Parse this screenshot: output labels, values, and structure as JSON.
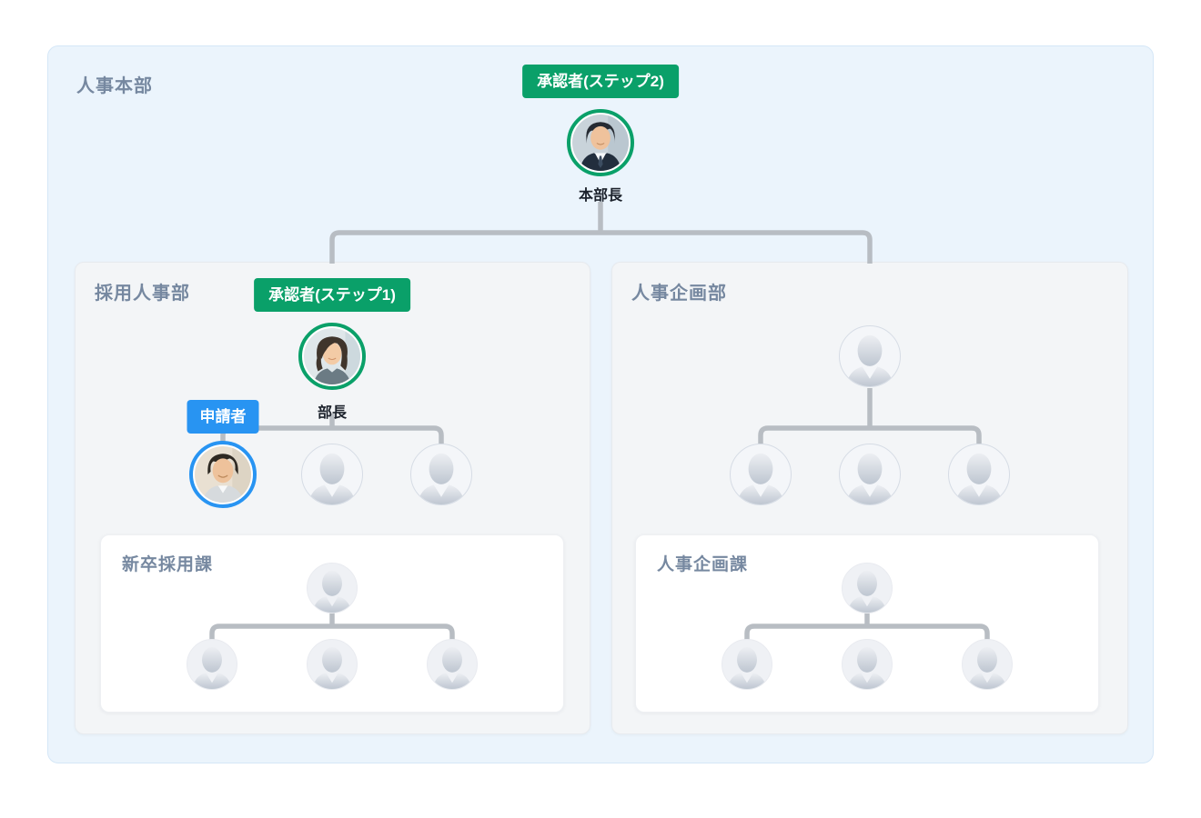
{
  "diagram": {
    "hq": {
      "title": "人事本部",
      "approver_step2_badge": "承認者(ステップ2)",
      "director_label": "本部長"
    },
    "recruiting_dept": {
      "title": "採用人事部",
      "approver_step1_badge": "承認者(ステップ1)",
      "manager_label": "部長",
      "applicant_badge": "申請者",
      "section": {
        "title": "新卒採用課"
      }
    },
    "planning_dept": {
      "title": "人事企画部",
      "section": {
        "title": "人事企画課"
      }
    }
  },
  "icons": {
    "placeholder_member": "person-silhouette-icon",
    "director_photo": "photo-avatar-director",
    "manager_photo": "photo-avatar-manager",
    "applicant_photo": "photo-avatar-applicant"
  },
  "colors": {
    "approver_badge_green": "#0aa069",
    "applicant_badge_blue": "#2894f2",
    "connector_gray": "#b8bdc3",
    "hq_panel_blue": "#ebf4fc",
    "dept_panel_gray": "#f3f5f7",
    "section_panel_white": "#ffffff",
    "panel_title_slate": "#7688a0"
  }
}
